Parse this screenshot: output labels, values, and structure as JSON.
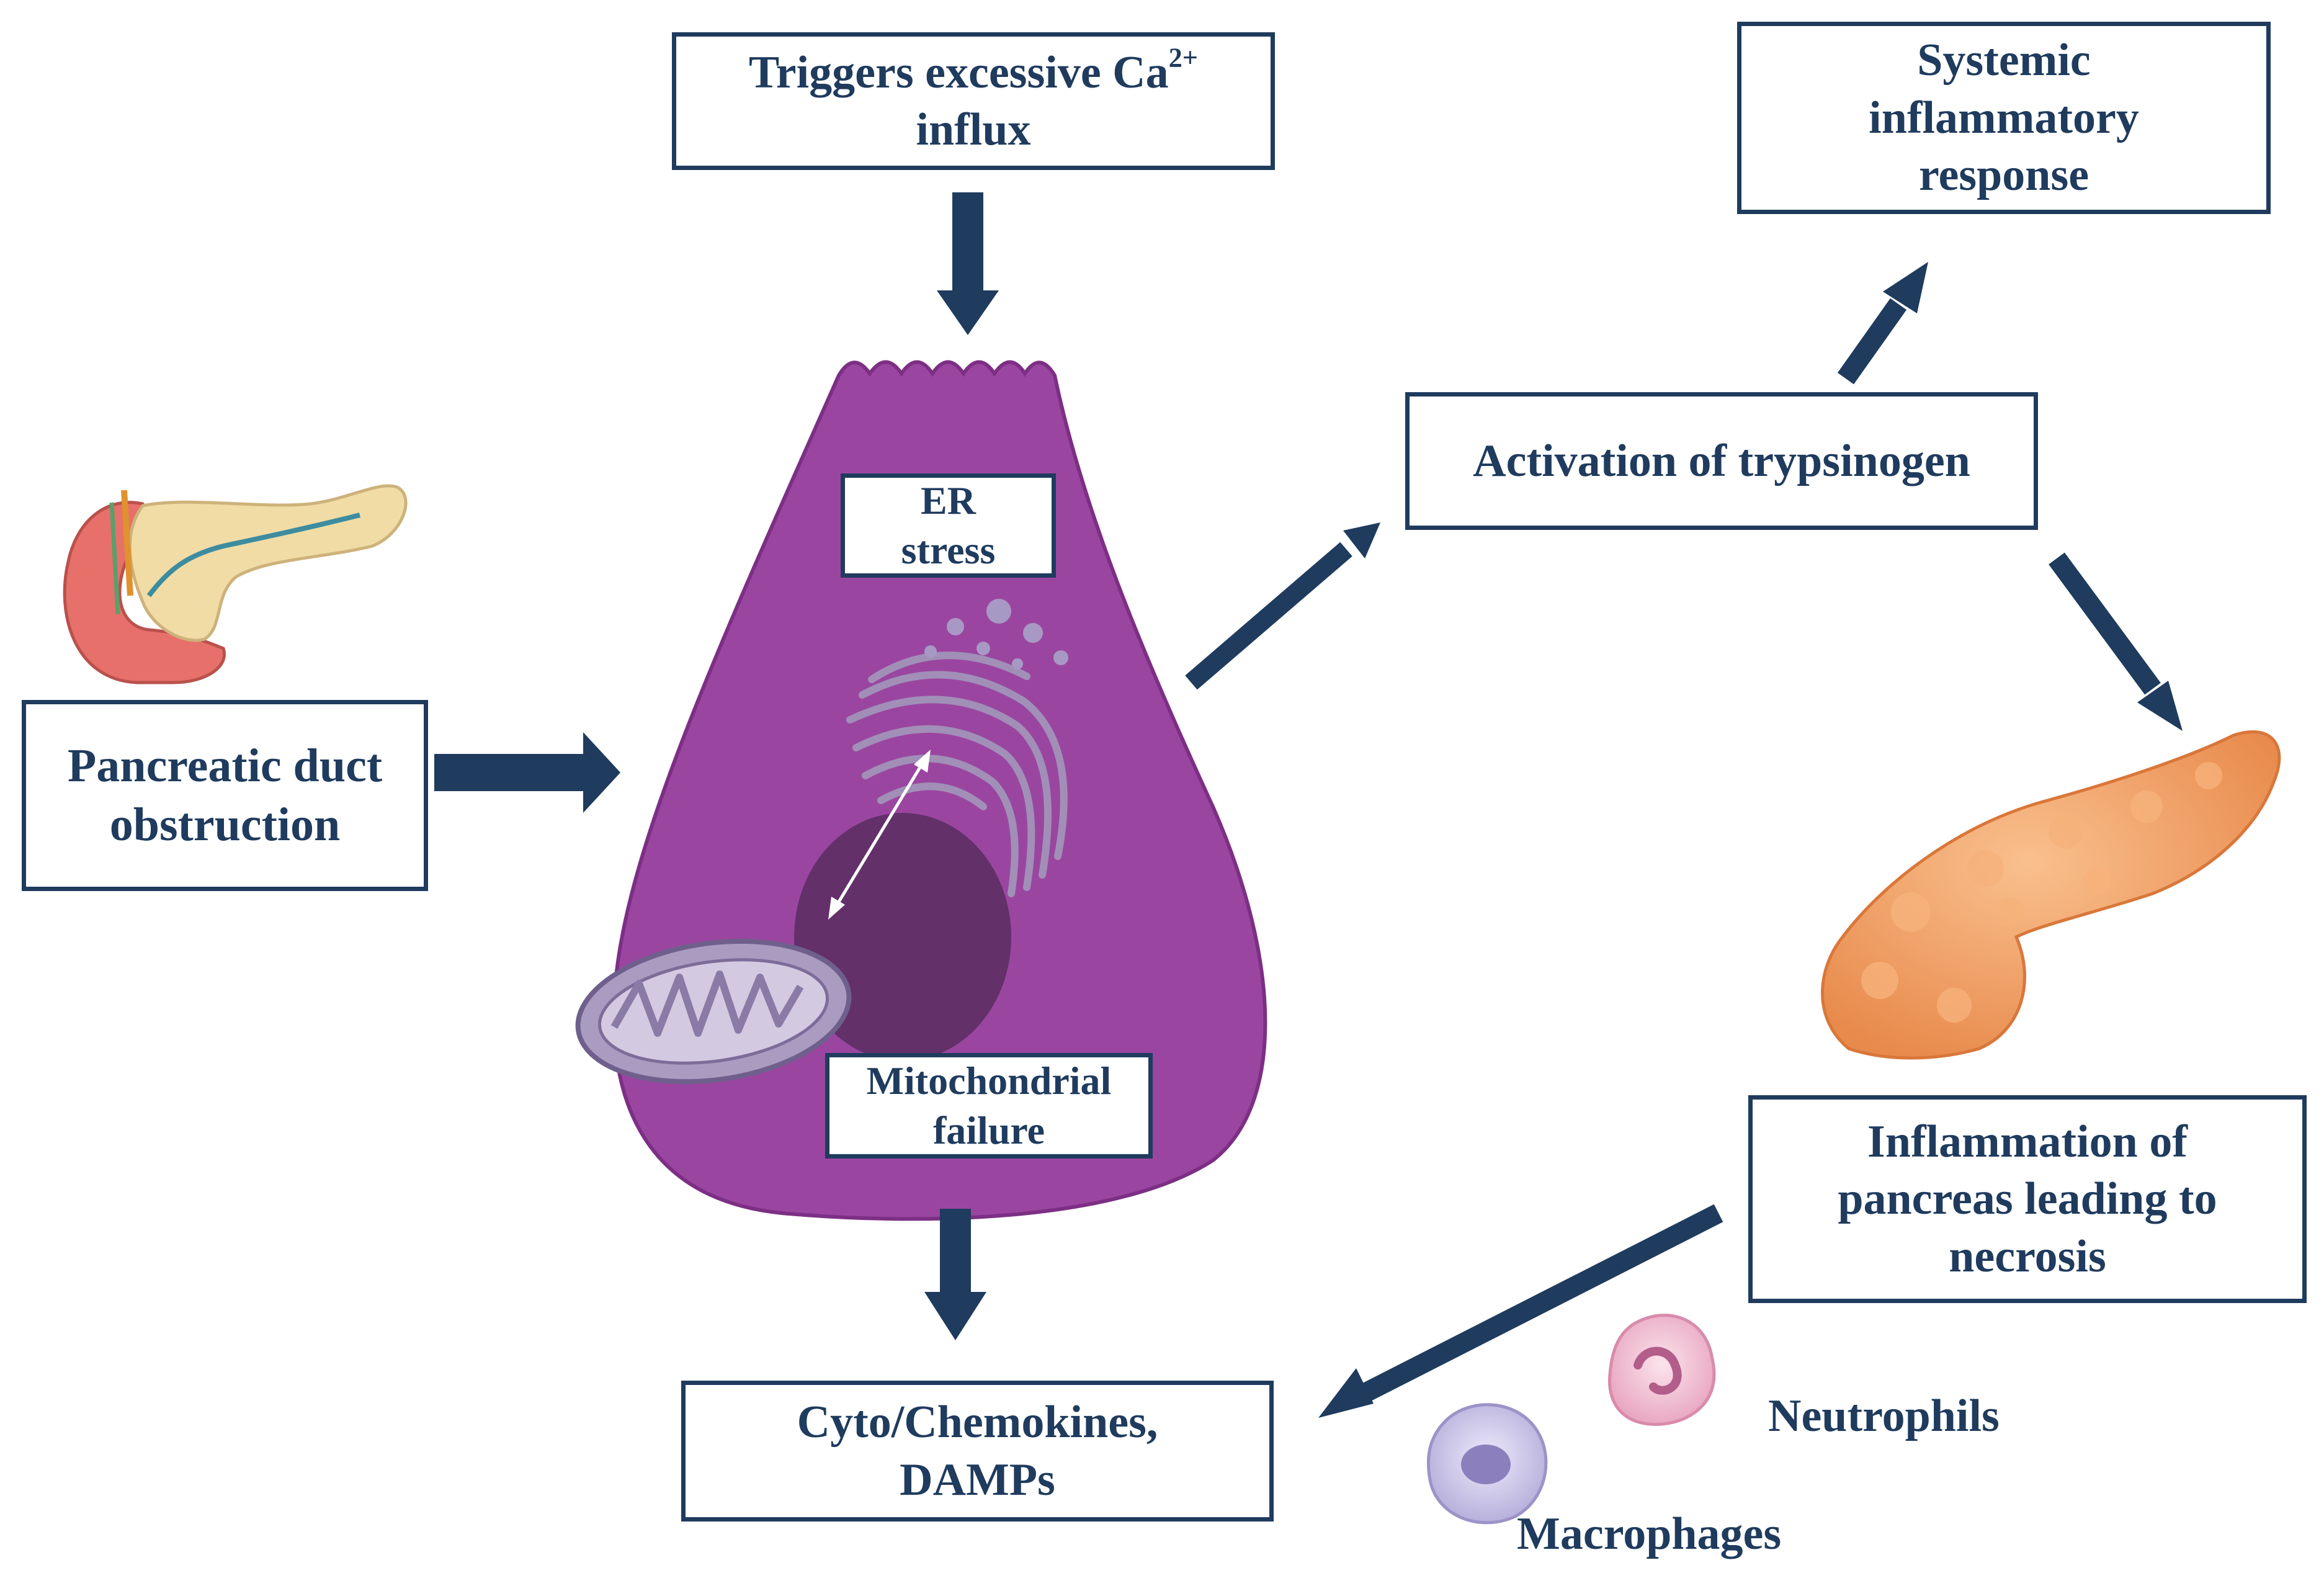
{
  "colors": {
    "box_border": "#1f3b5e",
    "text": "#1f3b5e",
    "arrow": "#1f3b5e",
    "cell": "#9a46a0",
    "nucleus": "#63306a",
    "pancreas_healthy": "#f1dca6",
    "pancreas_inflamed": "#f2a066",
    "duodenum": "#e8706a"
  },
  "nodes": {
    "triggers": {
      "line1": "Triggers   excessive Ca",
      "sup": "2+",
      "line2": "influx"
    },
    "systemic": {
      "line1": "Systemic",
      "line2": "inflammatory",
      "line3": "response"
    },
    "activation": {
      "text": "Activation  of trypsinogen"
    },
    "er_stress": {
      "line1": "ER",
      "line2": "stress"
    },
    "pancreatic_duct": {
      "line1": "Pancreatic duct",
      "line2": "obstruction"
    },
    "mito_failure": {
      "line1": "Mitochondrial",
      "line2": "failure"
    },
    "inflammation": {
      "line1": "Inflammation  of",
      "line2": "pancreas leading  to",
      "line3": "necrosis"
    },
    "cytokines": {
      "line1": "Cyto/Chemokines,",
      "line2": "DAMPs"
    }
  },
  "labels": {
    "neutrophils": "Neutrophils",
    "macrophages": "Macrophages"
  },
  "icons": [
    "healthy-pancreas-icon",
    "acinar-cell-icon",
    "inflamed-pancreas-icon",
    "neutrophil-icon",
    "macrophage-icon",
    "mitochondrion-icon",
    "endoplasmic-reticulum-icon",
    "nucleus-icon"
  ]
}
